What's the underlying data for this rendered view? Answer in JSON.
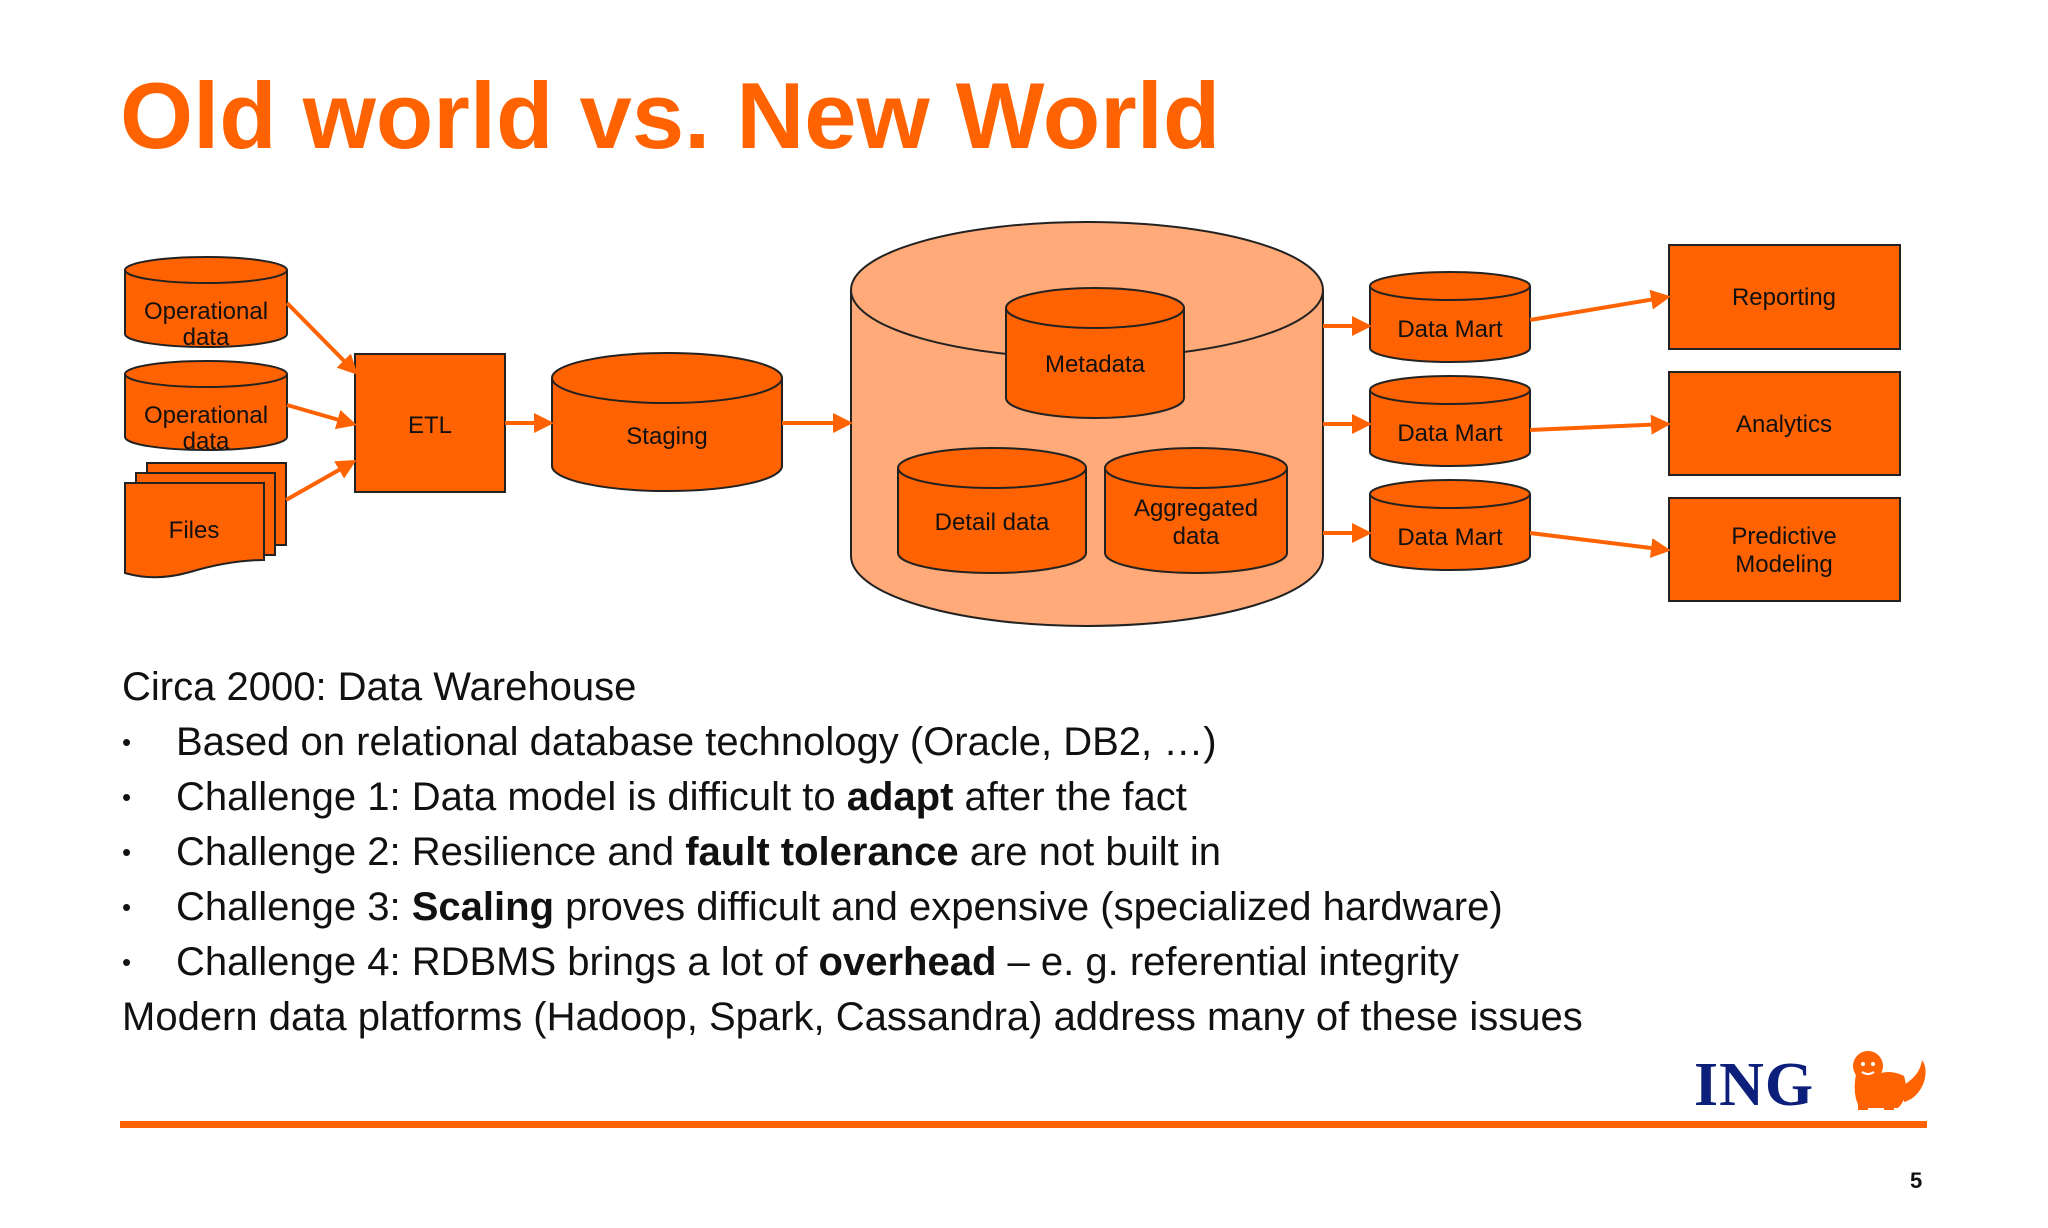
{
  "slide": {
    "title": "Old world vs. New World",
    "page_number": "5",
    "logo_text": "ING",
    "accent_color": "#ff6200",
    "logo_color": "#0c1f7a"
  },
  "diagram": {
    "sources": {
      "operational_1": "Operational data",
      "operational_2": "Operational data",
      "files": "Files"
    },
    "etl": "ETL",
    "staging": "Staging",
    "warehouse": {
      "metadata": "Metadata",
      "detail": "Detail data",
      "aggregated": "Aggregated data"
    },
    "data_marts": [
      "Data Mart",
      "Data Mart",
      "Data Mart"
    ],
    "outputs": [
      "Reporting",
      "Analytics",
      "Predictive Modeling"
    ]
  },
  "text": {
    "heading": "Circa 2000: Data Warehouse",
    "bullets": [
      {
        "parts": [
          "Based on relational database technology (Oracle, DB2, …)"
        ]
      },
      {
        "parts": [
          "Challenge 1: Data model is difficult to ",
          "adapt",
          " after the fact"
        ]
      },
      {
        "parts": [
          "Challenge 2: Resilience and ",
          "fault tolerance",
          " are not built in"
        ]
      },
      {
        "parts": [
          "Challenge 3: ",
          "Scaling",
          " proves difficult and expensive (specialized hardware)"
        ]
      },
      {
        "parts": [
          "Challenge 4: RDBMS brings a lot of ",
          "overhead",
          " – e. g. referential integrity"
        ]
      }
    ],
    "footer": "Modern data platforms (Hadoop, Spark, Cassandra) address many of these issues"
  }
}
